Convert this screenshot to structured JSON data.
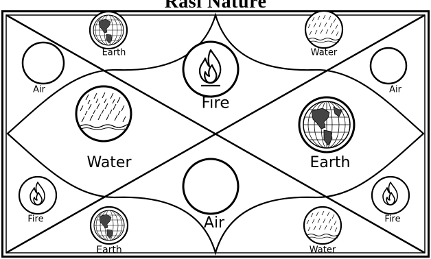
{
  "title": "Rasi Nature",
  "houses": {
    "h1": {
      "label": "Fire",
      "icon": "fire-icon"
    },
    "h2": {
      "label": "Earth",
      "icon": "earth-globe-icon"
    },
    "h3": {
      "label": "Air",
      "icon": "air-circle-icon"
    },
    "h4": {
      "label": "Water",
      "icon": "water-rain-icon"
    },
    "h5": {
      "label": "Fire",
      "icon": "fire-icon"
    },
    "h6": {
      "label": "Earth",
      "icon": "earth-globe-icon"
    },
    "h7": {
      "label": "Air",
      "icon": "air-circle-icon"
    },
    "h8": {
      "label": "Water",
      "icon": "water-rain-icon"
    },
    "h9": {
      "label": "Fire",
      "icon": "fire-icon"
    },
    "h10": {
      "label": "Earth",
      "icon": "earth-globe-icon"
    },
    "h11": {
      "label": "Air",
      "icon": "air-circle-icon"
    },
    "h12": {
      "label": "Water",
      "icon": "water-rain-icon"
    }
  }
}
